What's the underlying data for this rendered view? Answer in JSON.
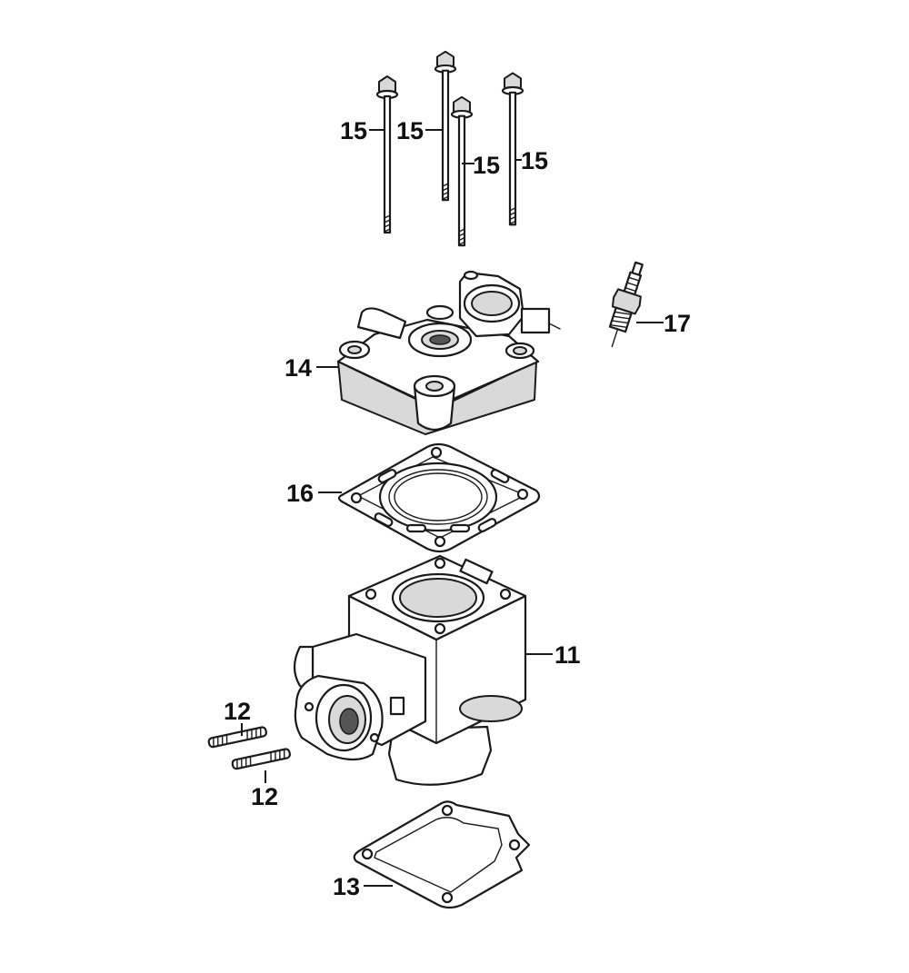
{
  "callouts": {
    "c11": "11",
    "c12a": "12",
    "c12b": "12",
    "c13": "13",
    "c14": "14",
    "c15a": "15",
    "c15b": "15",
    "c15c": "15",
    "c15d": "15",
    "c16": "16",
    "c17": "17"
  }
}
